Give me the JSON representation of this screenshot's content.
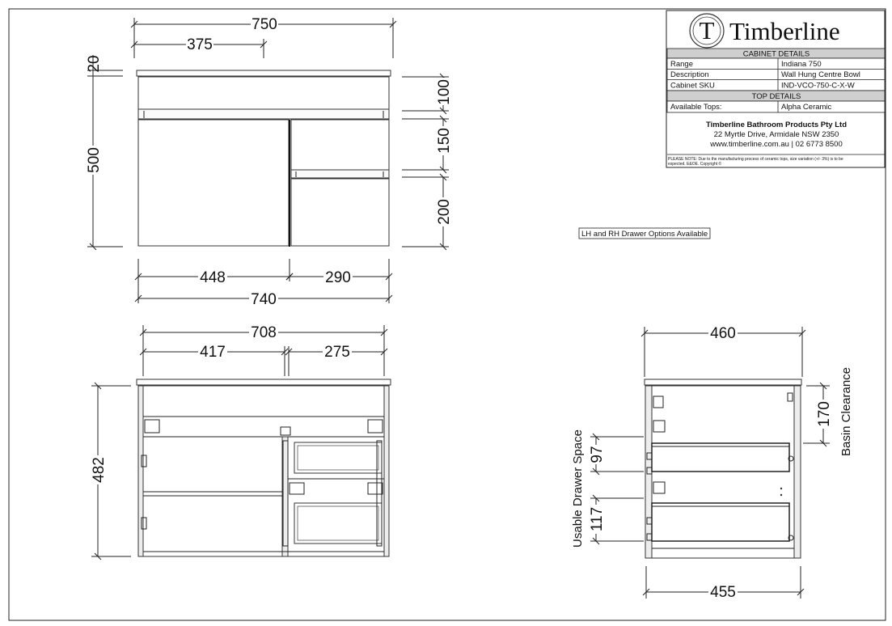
{
  "title_block": {
    "brand": "Timberline",
    "logo_letter": "T",
    "cabinet_details_heading": "CABINET DETAILS",
    "rows": [
      {
        "label": "Range",
        "value": "Indiana 750"
      },
      {
        "label": "Description",
        "value": "Wall Hung Centre Bowl"
      },
      {
        "label": "Cabinet SKU",
        "value": "IND-VCO-750-C-X-W"
      }
    ],
    "top_details_heading": "TOP DETAILS",
    "top_row": {
      "label": "Available Tops:",
      "value": "Alpha Ceramic"
    },
    "company": "Timberline Bathroom Products Pty Ltd",
    "address": "22 Myrtle Drive, Armidale NSW 2350",
    "contact": "www.timberline.com.au  |  02 6773 8500",
    "note_line1": "PLEASE NOTE: Due to the manufacturing process of ceramic tops, size variation (+/- 3%) is to be",
    "note_line2": "expected. E&OE. Copyright ©"
  },
  "callout": "LH and RH Drawer Options Available",
  "front_view": {
    "overall_width": "750",
    "half_width": "375",
    "top_thickness": "20",
    "overall_height": "500",
    "top_drawer_height": "100",
    "mid_drawer_height": "150",
    "bottom_drawer_height": "200",
    "door_width": "448",
    "drawer_width": "290",
    "carcass_width": "740"
  },
  "internal_view": {
    "overall_width": "708",
    "left_bay": "417",
    "right_bay": "275",
    "height": "482"
  },
  "side_view": {
    "depth_top": "460",
    "depth_bottom": "455",
    "basin_clearance_value": "170",
    "basin_clearance_label": "Basin Clearance",
    "drawer_space_upper": "97",
    "drawer_space_lower": "117",
    "drawer_space_label": "Usable Drawer Space"
  }
}
